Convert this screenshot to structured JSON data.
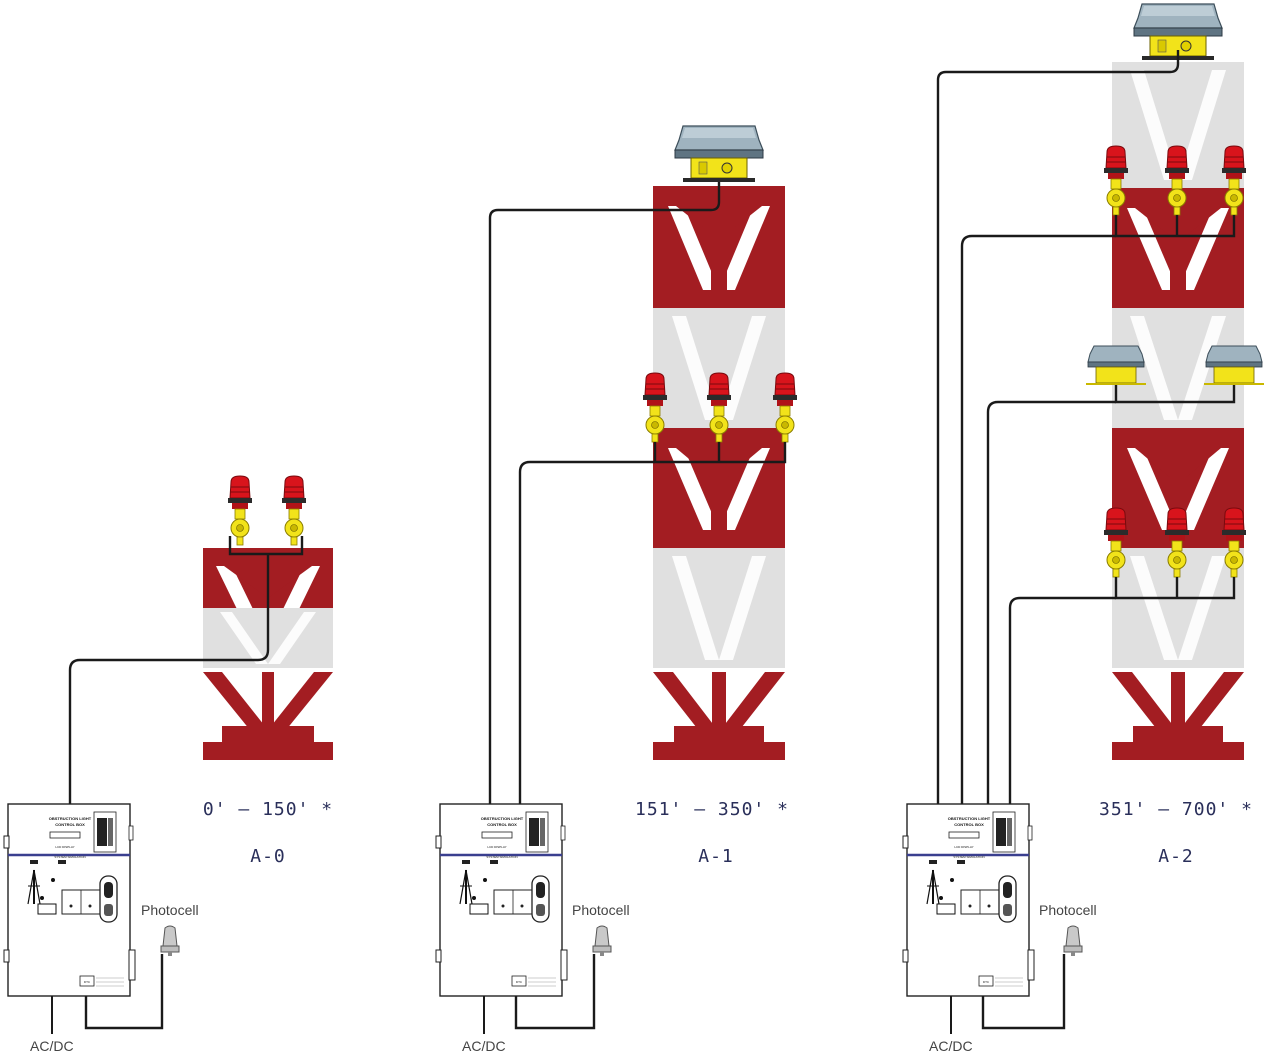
{
  "systems": [
    {
      "range": "0' – 150' *",
      "code": "A-0",
      "photocell_label": "Photocell",
      "power_label": "AC/DC"
    },
    {
      "range": "151' – 350' *",
      "code": "A-1",
      "photocell_label": "Photocell",
      "power_label": "AC/DC"
    },
    {
      "range": "351' – 700' *",
      "code": "A-2",
      "photocell_label": "Photocell",
      "power_label": "AC/DC"
    }
  ],
  "control_box": {
    "title_line1": "OBSTRUCTION LIGHT",
    "title_line2": "CONTROL BOX",
    "display_label": "LCD DISPLAY",
    "band_label": "SYSTEM SIMULATION",
    "brand": "DTC"
  },
  "colors": {
    "tower_red": "#a31d22",
    "tower_light": "#e0e0e0",
    "beacon_red": "#d8141c",
    "mount_yellow": "#f2e31a",
    "wire": "#1a1a1a",
    "label": "#2a2f5a",
    "box_band": "#3a3f8f"
  }
}
